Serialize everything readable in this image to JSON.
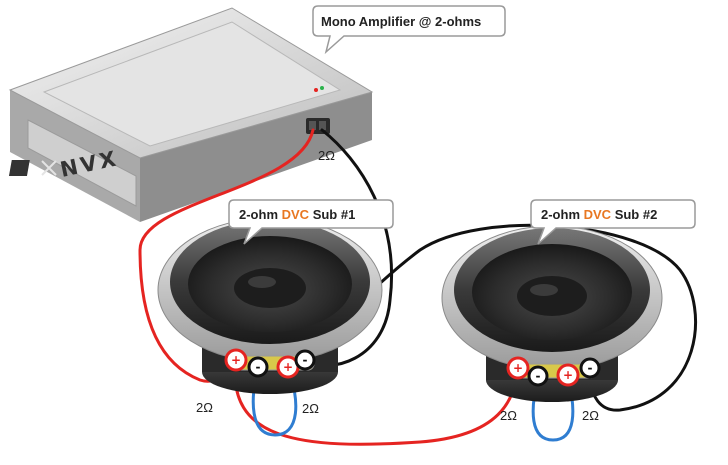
{
  "amplifier": {
    "brand": "NVX",
    "callout": "Mono Amplifier @ 2-ohms",
    "output_impedance": "2Ω"
  },
  "subwoofers": [
    {
      "callout_pre": "2-ohm ",
      "callout_highlight": "DVC",
      "callout_post": " Sub #1",
      "coil_left_impedance": "2Ω",
      "coil_right_impedance": "2Ω",
      "terminal_plus": "+",
      "terminal_minus": "-"
    },
    {
      "callout_pre": "2-ohm ",
      "callout_highlight": "DVC",
      "callout_post": " Sub #2",
      "coil_left_impedance": "2Ω",
      "coil_right_impedance": "2Ω",
      "terminal_plus": "+",
      "terminal_minus": "-"
    }
  ],
  "colors": {
    "positive_wire": "#e52421",
    "negative_wire": "#111111",
    "jumper_wire": "#2f7dd1",
    "dvc_highlight": "#e87722"
  }
}
